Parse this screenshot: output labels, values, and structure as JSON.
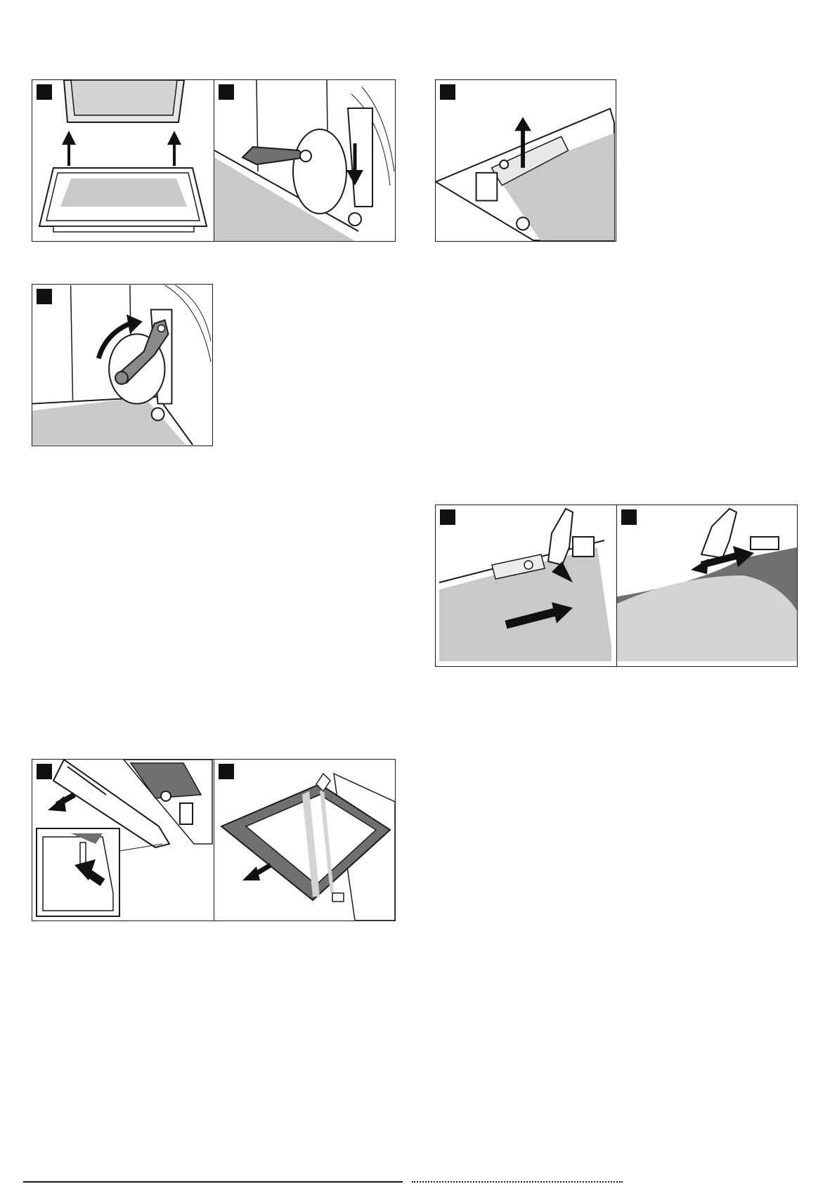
{
  "page": {
    "type": "instruction-illustrations",
    "colors": {
      "outline": "#1a1a1a",
      "light_grey": "#c9c9c9",
      "mid_grey": "#8a8a8a",
      "dark_grey": "#707070",
      "arrow": "#111111"
    }
  },
  "figures": [
    {
      "name": "door-lift-panel",
      "icon": "oven-door-open-icon"
    },
    {
      "name": "hinge-lever-down-panel",
      "icon": "hinge-lever-down-icon"
    },
    {
      "name": "hinge-lift-panel",
      "icon": "hinge-arrow-up-icon"
    },
    {
      "name": "hinge-lever-rotate-panel",
      "icon": "hinge-rotate-arrow-icon"
    },
    {
      "name": "door-slide-in-panel",
      "icon": "door-slide-arrow-icon"
    },
    {
      "name": "door-panel-push-panel",
      "icon": "door-panel-push-icon"
    },
    {
      "name": "door-cover-remove-panel",
      "icon": "door-cover-release-icon"
    },
    {
      "name": "glass-pane-remove-panel",
      "icon": "glass-pane-out-icon"
    }
  ]
}
